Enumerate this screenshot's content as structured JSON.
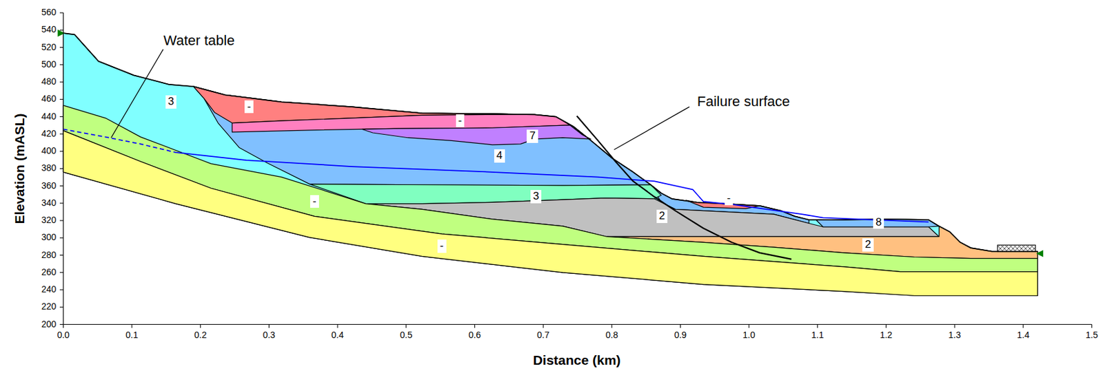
{
  "diagram": {
    "labels": [
      "560",
      "540",
      "520",
      "500",
      "480",
      "460",
      "440",
      "420",
      "400",
      "380",
      "360",
      "340",
      "320",
      "300",
      "280",
      "260",
      "240",
      "220",
      "200",
      "0.0",
      "0.1",
      "0.2",
      "0.3",
      "0.4",
      "0.5",
      "0.6",
      "0.7",
      "0.8",
      "0.9",
      "1.0",
      "1.1",
      "1.2",
      "1.3",
      "1.4",
      "1.5",
      "Elevation (mASL)",
      "Distance (km)",
      "Water table",
      "Failure surface",
      "3",
      "-",
      "-",
      "7",
      "4",
      "3",
      "2",
      "-",
      "8",
      "2",
      "-",
      "-"
    ]
  }
}
